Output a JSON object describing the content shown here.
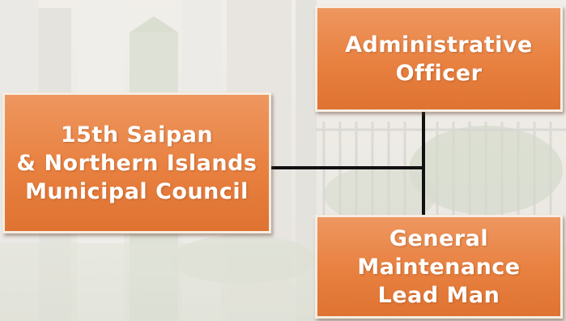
{
  "org_chart": {
    "nodes": [
      {
        "id": "admin",
        "label": "Administrative\nOfficer"
      },
      {
        "id": "council",
        "label": "15th  Saipan\n& Northern Islands\nMunicipal Council"
      },
      {
        "id": "maintenance",
        "label": "General\nMaintenance\nLead Man"
      }
    ],
    "edges": [
      {
        "from": "council",
        "to": "admin"
      },
      {
        "from": "admin",
        "to": "maintenance"
      }
    ],
    "colors": {
      "box_fill": "#e8803f",
      "box_border": "#f6ede2",
      "text": "#ffffff",
      "connector": "#111111"
    }
  }
}
